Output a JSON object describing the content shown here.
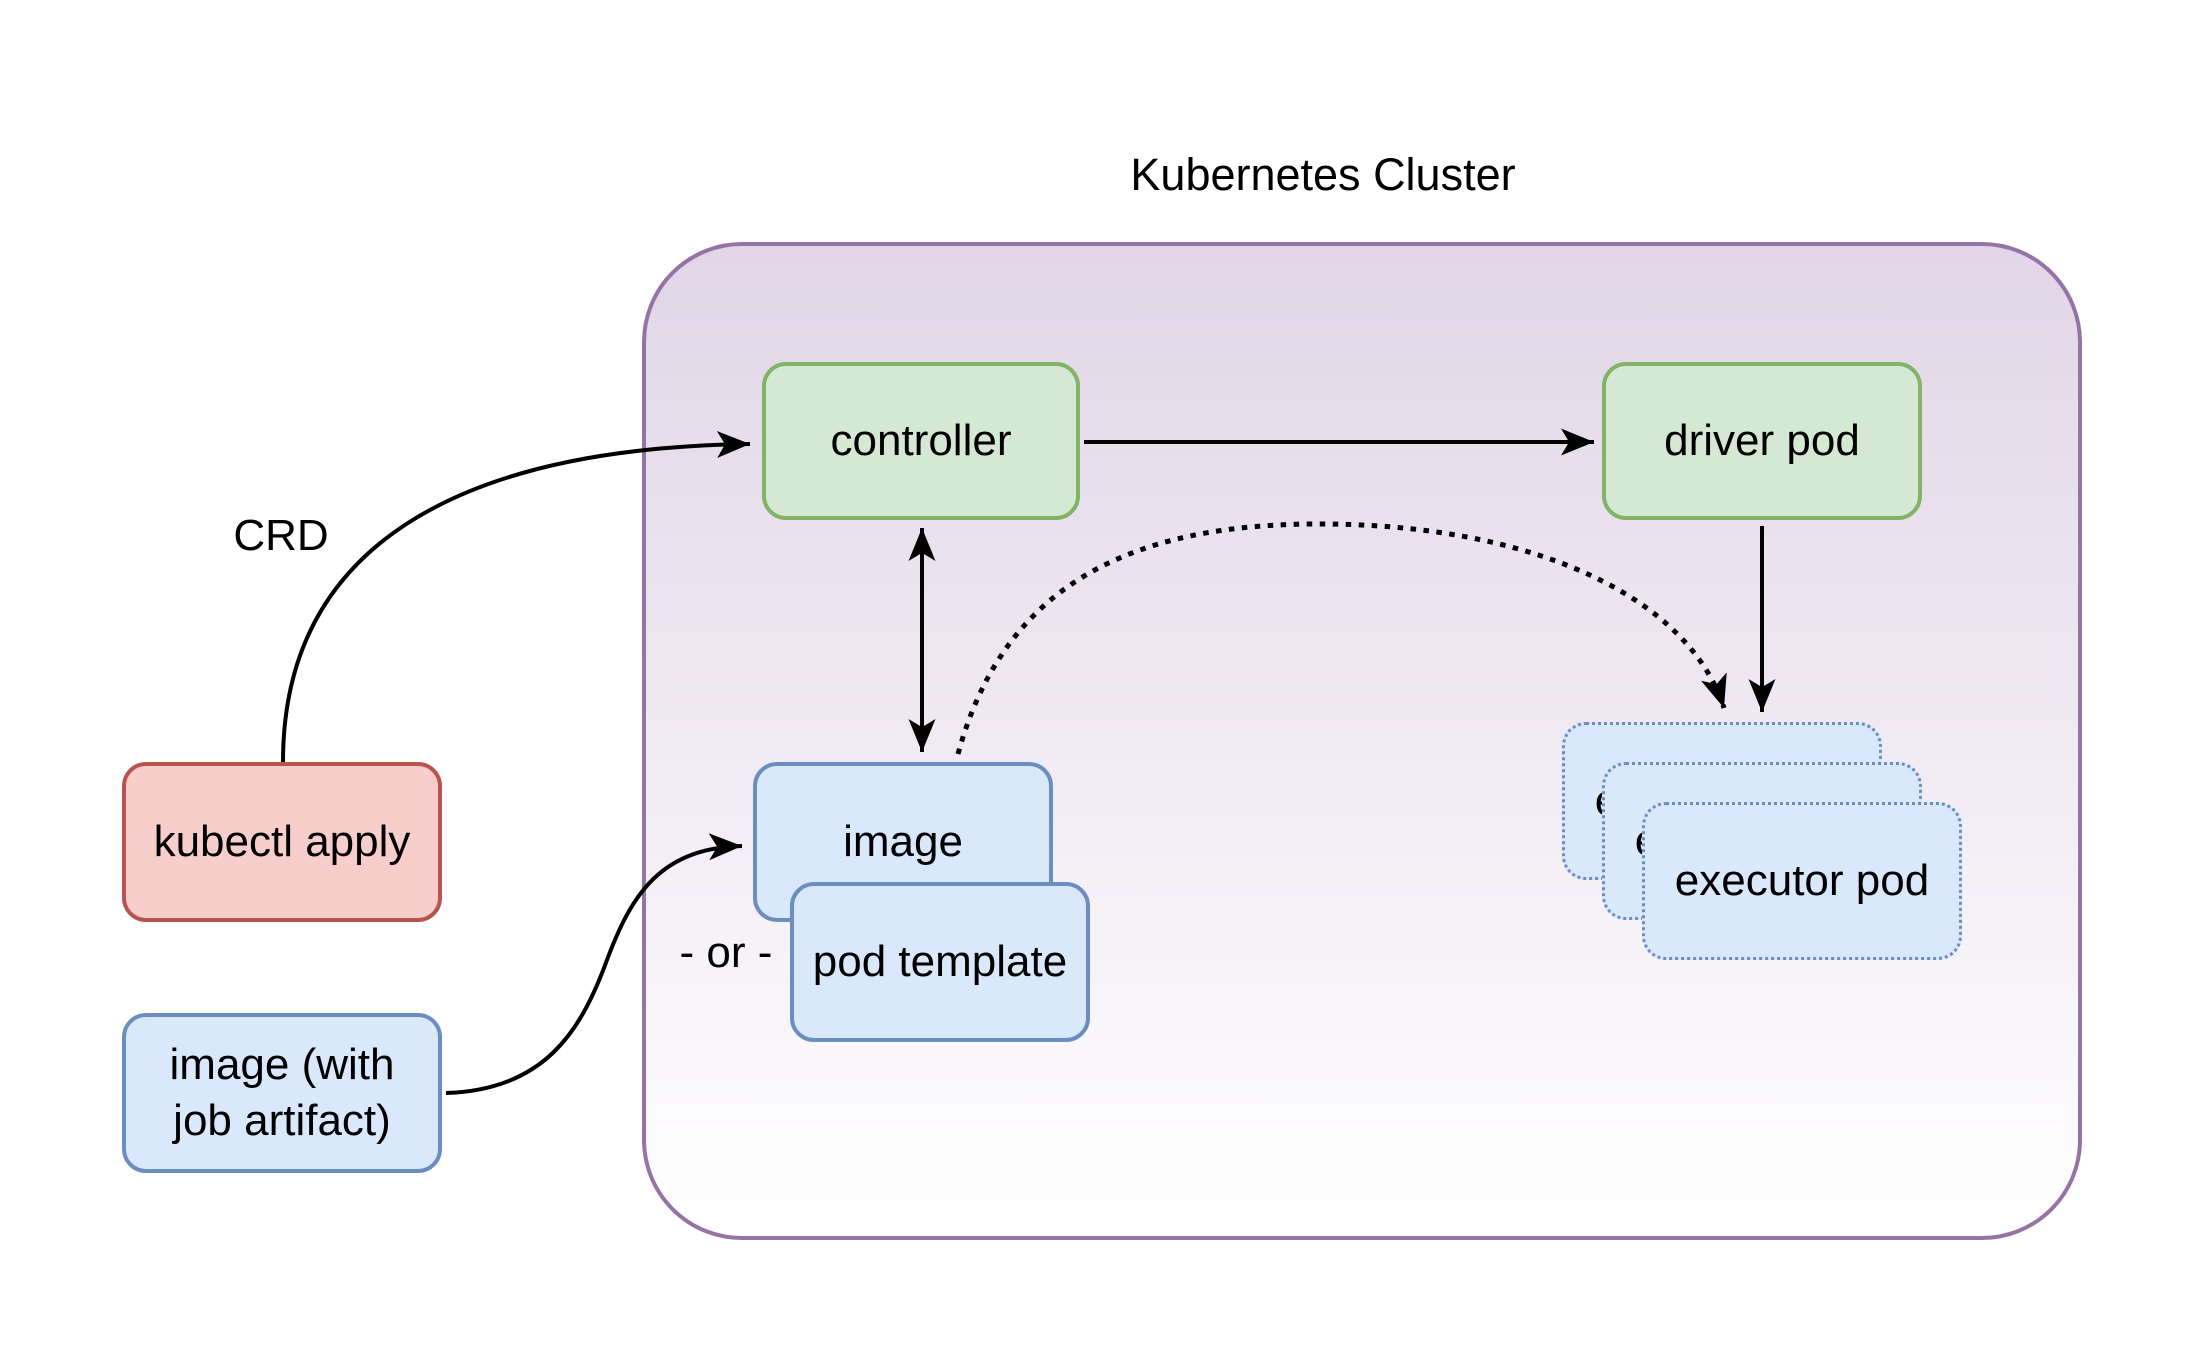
{
  "title": "Kubernetes Cluster",
  "labels": {
    "crd": "CRD",
    "or": "- or -"
  },
  "nodes": {
    "controller": "controller",
    "driver_pod": "driver pod",
    "image": "image",
    "pod_template": "pod template",
    "kubectl_apply": "kubectl apply",
    "image_with_artifact": "image (with job artifact)",
    "executor_pod": "executor pod"
  },
  "colors": {
    "green_fill": "#d5e8d4",
    "green_stroke": "#82b366",
    "blue_fill": "#dae8fc",
    "blue_stroke": "#6c8ebf",
    "red_fill": "#f8cecc",
    "red_stroke": "#b85450",
    "purple_fill": "#e1d5e7",
    "purple_stroke": "#9673a6",
    "arrow": "#000000"
  }
}
